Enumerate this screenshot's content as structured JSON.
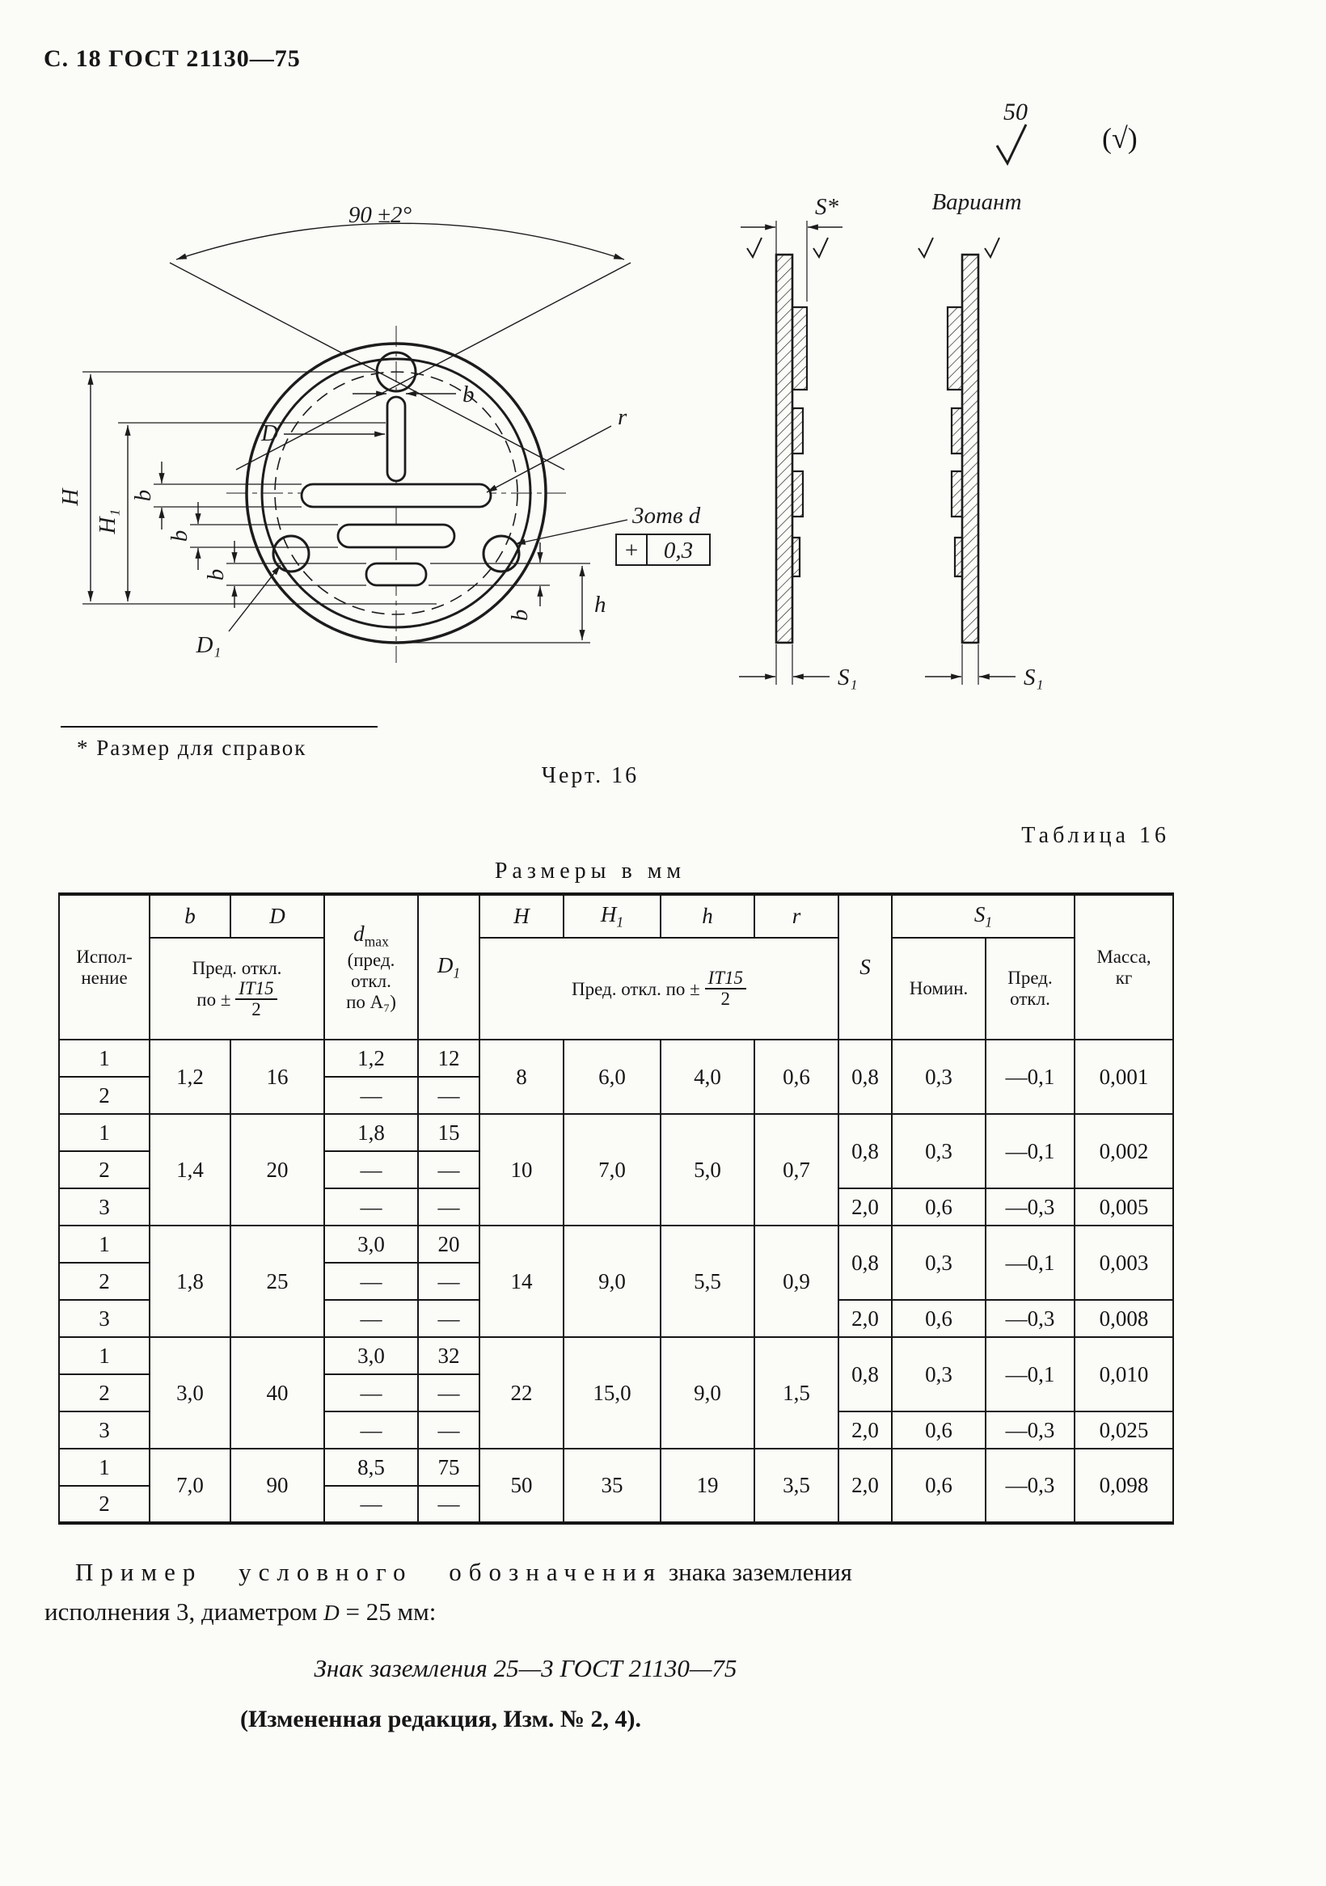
{
  "page": {
    "header": "С. 18 ГОСТ 21130—75"
  },
  "roughness": {
    "value": "50",
    "paren": "(√)"
  },
  "drawing": {
    "labels": {
      "angle": "90 ±2°",
      "b": "b",
      "D": "D",
      "D1": "D₁",
      "H": "H",
      "H1": "H₁",
      "h": "h",
      "r": "r",
      "holes": "3отв d",
      "tol_sym": "+",
      "tol_val": "0,3",
      "s_star": "S*",
      "variant": "Вариант",
      "S1": "S₁"
    },
    "footnote": "* Размер для справок",
    "caption": "Черт. 16"
  },
  "table": {
    "label": "Таблица 16",
    "units": "Размеры в мм",
    "head": {
      "ispolnenie_1": "Испол-",
      "ispolnenie_2": "нение",
      "b": "b",
      "D": "D",
      "pred_otkl": "Пред. откл.",
      "po_pm": "по ±",
      "frac_num": "IT15",
      "frac_den": "2",
      "d_base": "d",
      "d_sub": "max",
      "d_note1": "(пред.",
      "d_note2": "откл.",
      "d_note3": "по А₇)",
      "D1_base": "D",
      "D1_sub": "1",
      "H": "H",
      "H1_base": "H",
      "H1_sub": "1",
      "h": "h",
      "r": "r",
      "pred_otkl_po": "Пред. откл. по ±",
      "S": "S",
      "S1_base": "S",
      "S1_sub": "1",
      "nomin": "Номин.",
      "pred": "Пред.",
      "otkl": "откл.",
      "massa_1": "Масса,",
      "massa_2": "кг"
    },
    "body": [
      [
        {
          "t": "1"
        },
        {
          "t": "1,2",
          "rs": 2
        },
        {
          "t": "16",
          "rs": 2
        },
        {
          "t": "1,2"
        },
        {
          "t": "12"
        },
        {
          "t": "8",
          "rs": 2
        },
        {
          "t": "6,0",
          "rs": 2
        },
        {
          "t": "4,0",
          "rs": 2
        },
        {
          "t": "0,6",
          "rs": 2
        },
        {
          "t": "0,8",
          "rs": 2
        },
        {
          "t": "0,3",
          "rs": 2
        },
        {
          "t": "—0,1",
          "rs": 2
        },
        {
          "t": "0,001",
          "rs": 2
        }
      ],
      [
        {
          "t": "2"
        },
        {
          "t": "—"
        },
        {
          "t": "—"
        }
      ],
      [
        {
          "t": "1"
        },
        {
          "t": "1,4",
          "rs": 3
        },
        {
          "t": "20",
          "rs": 3
        },
        {
          "t": "1,8"
        },
        {
          "t": "15"
        },
        {
          "t": "10",
          "rs": 3
        },
        {
          "t": "7,0",
          "rs": 3
        },
        {
          "t": "5,0",
          "rs": 3
        },
        {
          "t": "0,7",
          "rs": 3
        },
        {
          "t": "0,8",
          "rs": 2
        },
        {
          "t": "0,3",
          "rs": 2
        },
        {
          "t": "—0,1",
          "rs": 2
        },
        {
          "t": "0,002",
          "rs": 2
        }
      ],
      [
        {
          "t": "2"
        },
        {
          "t": "—"
        },
        {
          "t": "—"
        }
      ],
      [
        {
          "t": "3"
        },
        {
          "t": "—"
        },
        {
          "t": "—"
        },
        {
          "t": "2,0"
        },
        {
          "t": "0,6"
        },
        {
          "t": "—0,3"
        },
        {
          "t": "0,005"
        }
      ],
      [
        {
          "t": "1"
        },
        {
          "t": "1,8",
          "rs": 3
        },
        {
          "t": "25",
          "rs": 3
        },
        {
          "t": "3,0"
        },
        {
          "t": "20"
        },
        {
          "t": "14",
          "rs": 3
        },
        {
          "t": "9,0",
          "rs": 3
        },
        {
          "t": "5,5",
          "rs": 3
        },
        {
          "t": "0,9",
          "rs": 3
        },
        {
          "t": "0,8",
          "rs": 2
        },
        {
          "t": "0,3",
          "rs": 2
        },
        {
          "t": "—0,1",
          "rs": 2
        },
        {
          "t": "0,003",
          "rs": 2
        }
      ],
      [
        {
          "t": "2"
        },
        {
          "t": "—"
        },
        {
          "t": "—"
        }
      ],
      [
        {
          "t": "3"
        },
        {
          "t": "—"
        },
        {
          "t": "—"
        },
        {
          "t": "2,0"
        },
        {
          "t": "0,6"
        },
        {
          "t": "—0,3"
        },
        {
          "t": "0,008"
        }
      ],
      [
        {
          "t": "1"
        },
        {
          "t": "3,0",
          "rs": 3
        },
        {
          "t": "40",
          "rs": 3
        },
        {
          "t": "3,0"
        },
        {
          "t": "32"
        },
        {
          "t": "22",
          "rs": 3
        },
        {
          "t": "15,0",
          "rs": 3
        },
        {
          "t": "9,0",
          "rs": 3
        },
        {
          "t": "1,5",
          "rs": 3
        },
        {
          "t": "0,8",
          "rs": 2
        },
        {
          "t": "0,3",
          "rs": 2
        },
        {
          "t": "—0,1",
          "rs": 2
        },
        {
          "t": "0,010",
          "rs": 2
        }
      ],
      [
        {
          "t": "2"
        },
        {
          "t": "—"
        },
        {
          "t": "—"
        }
      ],
      [
        {
          "t": "3"
        },
        {
          "t": "—"
        },
        {
          "t": "—"
        },
        {
          "t": "2,0"
        },
        {
          "t": "0,6"
        },
        {
          "t": "—0,3"
        },
        {
          "t": "0,025"
        }
      ],
      [
        {
          "t": "1"
        },
        {
          "t": "7,0",
          "rs": 2
        },
        {
          "t": "90",
          "rs": 2
        },
        {
          "t": "8,5"
        },
        {
          "t": "75"
        },
        {
          "t": "50",
          "rs": 2
        },
        {
          "t": "35",
          "rs": 2
        },
        {
          "t": "19",
          "rs": 2
        },
        {
          "t": "3,5",
          "rs": 2
        },
        {
          "t": "2,0",
          "rs": 2
        },
        {
          "t": "0,6",
          "rs": 2
        },
        {
          "t": "—0,3",
          "rs": 2
        },
        {
          "t": "0,098",
          "rs": 2
        }
      ],
      [
        {
          "t": "2"
        },
        {
          "t": "—"
        },
        {
          "t": "—"
        }
      ]
    ]
  },
  "example": {
    "spaced": "Пример условного обозначения",
    "rest": " знака заземления",
    "line2a": "исполнения 3, диаметром ",
    "line2_var": "D",
    "line2b": " = 25 мм:",
    "designation": "Знак заземления 25—3 ГОСТ 21130—75",
    "revision": "(Измененная редакция, Изм. № 2, 4)."
  }
}
